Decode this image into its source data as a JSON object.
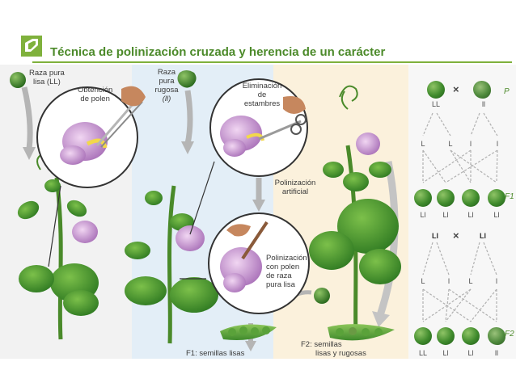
{
  "title": "Técnica de polinización cruzada y herencia de un carácter",
  "labels": {
    "raza_lisa": [
      "Raza pura",
      "lisa (LL)"
    ],
    "obtencion": [
      "Obtención",
      "de polen"
    ],
    "raza_rugosa": [
      "Raza",
      "pura",
      "rugosa",
      "(ll)"
    ],
    "eliminacion": [
      "Eliminación",
      "de",
      "estambres"
    ],
    "polinizacion": [
      "Polinización",
      "artificial"
    ],
    "polen_lisa": [
      "Polinización",
      "con polen",
      "de raza",
      "pura lisa"
    ],
    "f1_caption": "F1: semillas lisas",
    "f2_caption": [
      "F2: semillas",
      "lisas y rugosas"
    ]
  },
  "genetics": {
    "p_label": "P",
    "f1_label": "F1",
    "f2_label": "F2",
    "cross": "×",
    "parents": [
      "LL",
      "ll"
    ],
    "gametes_p": [
      "L",
      "L",
      "l",
      "l"
    ],
    "f1": [
      "Ll",
      "Ll",
      "Ll",
      "Ll"
    ],
    "f1_cross": [
      "Ll",
      "Ll"
    ],
    "gametes_f1": [
      "L",
      "l",
      "L",
      "l"
    ],
    "f2": [
      "LL",
      "Ll",
      "Ll",
      "ll"
    ]
  },
  "colors": {
    "title": "#4c8a2a",
    "accent": "#7fb13c",
    "panel_blue": "#e3eef7",
    "panel_cream": "#fbf1dc",
    "arrow": "#a9a9a9"
  }
}
